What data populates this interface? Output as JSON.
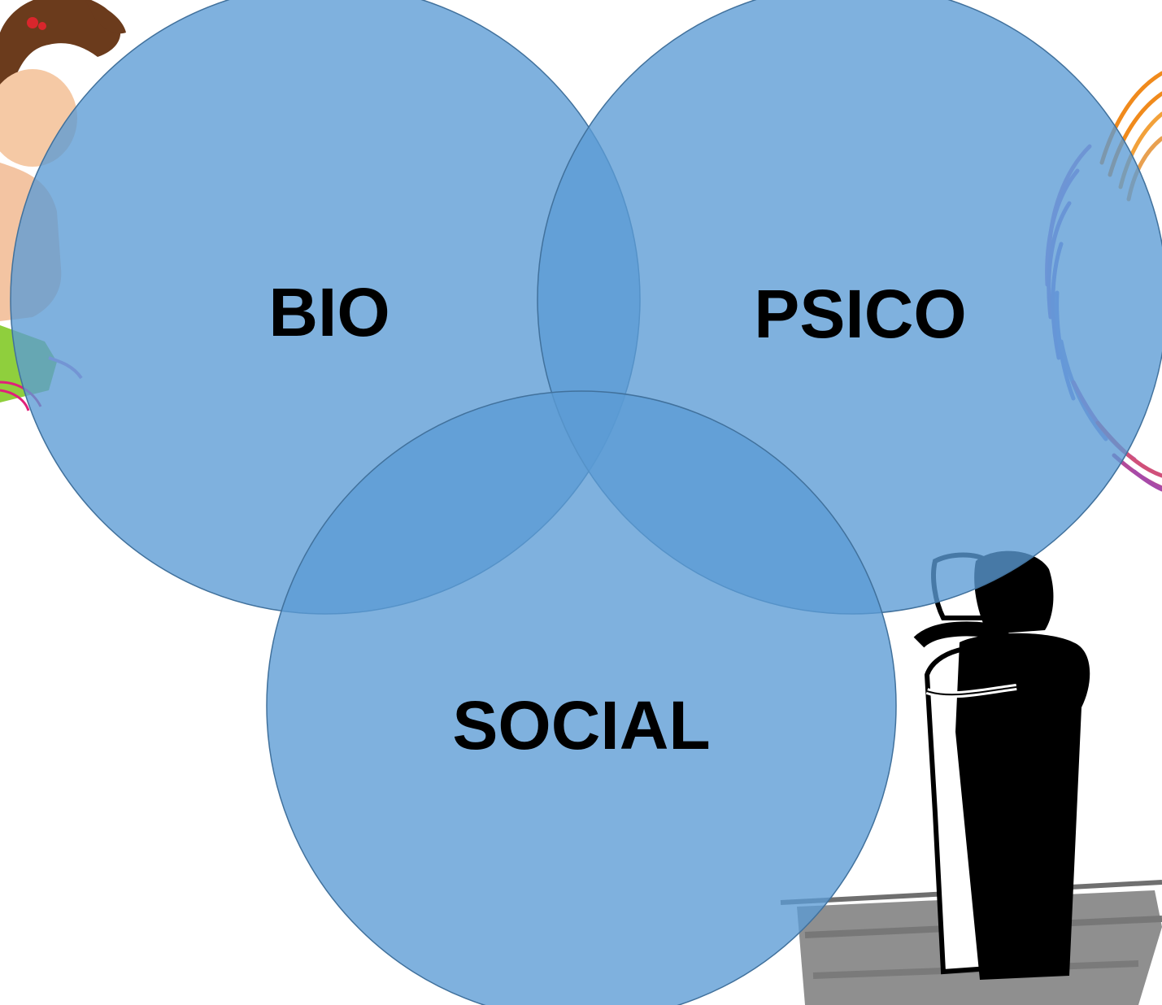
{
  "venn": {
    "fill_color": "#5B9BD5",
    "stroke_color": "#41719C",
    "circles": [
      {
        "id": "bio",
        "label": "BIO"
      },
      {
        "id": "psico",
        "label": "PSICO"
      },
      {
        "id": "social",
        "label": "SOCIAL"
      }
    ]
  },
  "illustrations": [
    {
      "name": "girl-illustration",
      "icon": "cartoon-girl"
    },
    {
      "name": "fingerprint-illustration",
      "icon": "colorful-fingerprint"
    },
    {
      "name": "hug-illustration",
      "icon": "hugging-people-sketch"
    }
  ]
}
